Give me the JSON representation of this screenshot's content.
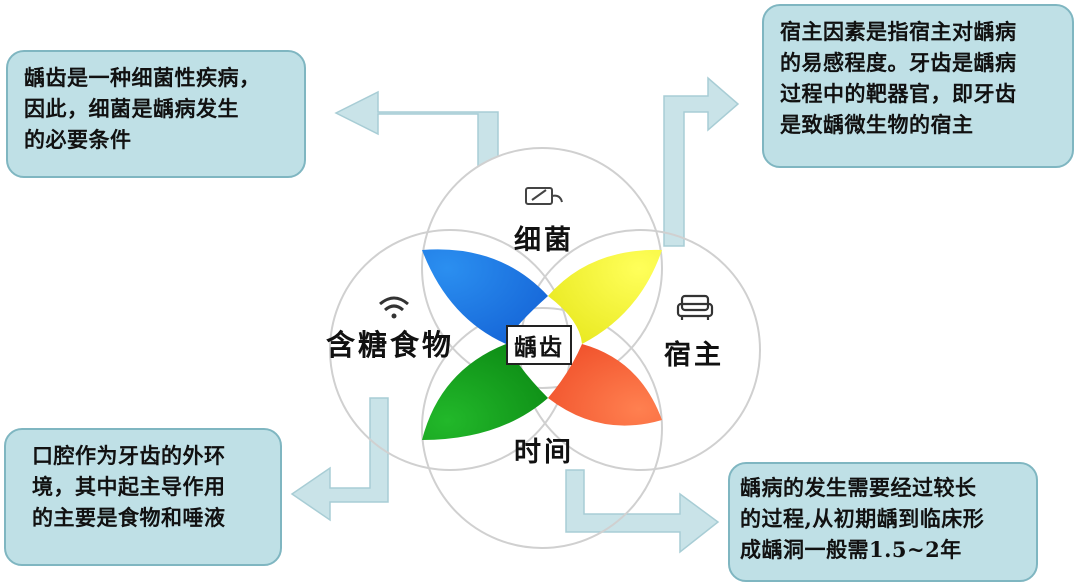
{
  "center_label": "龋齿",
  "factors": {
    "bacteria": "细菌",
    "food": "含糖食物",
    "host": "宿主",
    "time": "时间"
  },
  "boxes": {
    "top_left": [
      "龋齿是一种细菌性疾病，",
      "因此，细菌是龋病发生",
      "的必要条件"
    ],
    "top_right": [
      "宿主因素是指宿主对龋病",
      "的易感程度。牙齿是龋病",
      "过程中的靶器官，即牙齿",
      "是致龋微生物的宿主"
    ],
    "bottom_left": [
      "口腔作为牙齿的外环",
      "境，其中起主导作用",
      "的主要是食物和唾液"
    ],
    "bottom_right": [
      "龋病的发生需要经过较长",
      "的过程,从初期龋到临床形",
      "成龋洞一般需1.5~2年"
    ]
  },
  "colors": {
    "blue": "#1a73e8",
    "yellow": "#f5f53c",
    "green": "#14a01e",
    "orange": "#ff6a3d",
    "box_fill": "#bfe0e6",
    "arrow_fill": "#c9e3e8"
  },
  "icons": [
    "toothbrush-icon",
    "wifi-icon",
    "sofa-icon"
  ]
}
